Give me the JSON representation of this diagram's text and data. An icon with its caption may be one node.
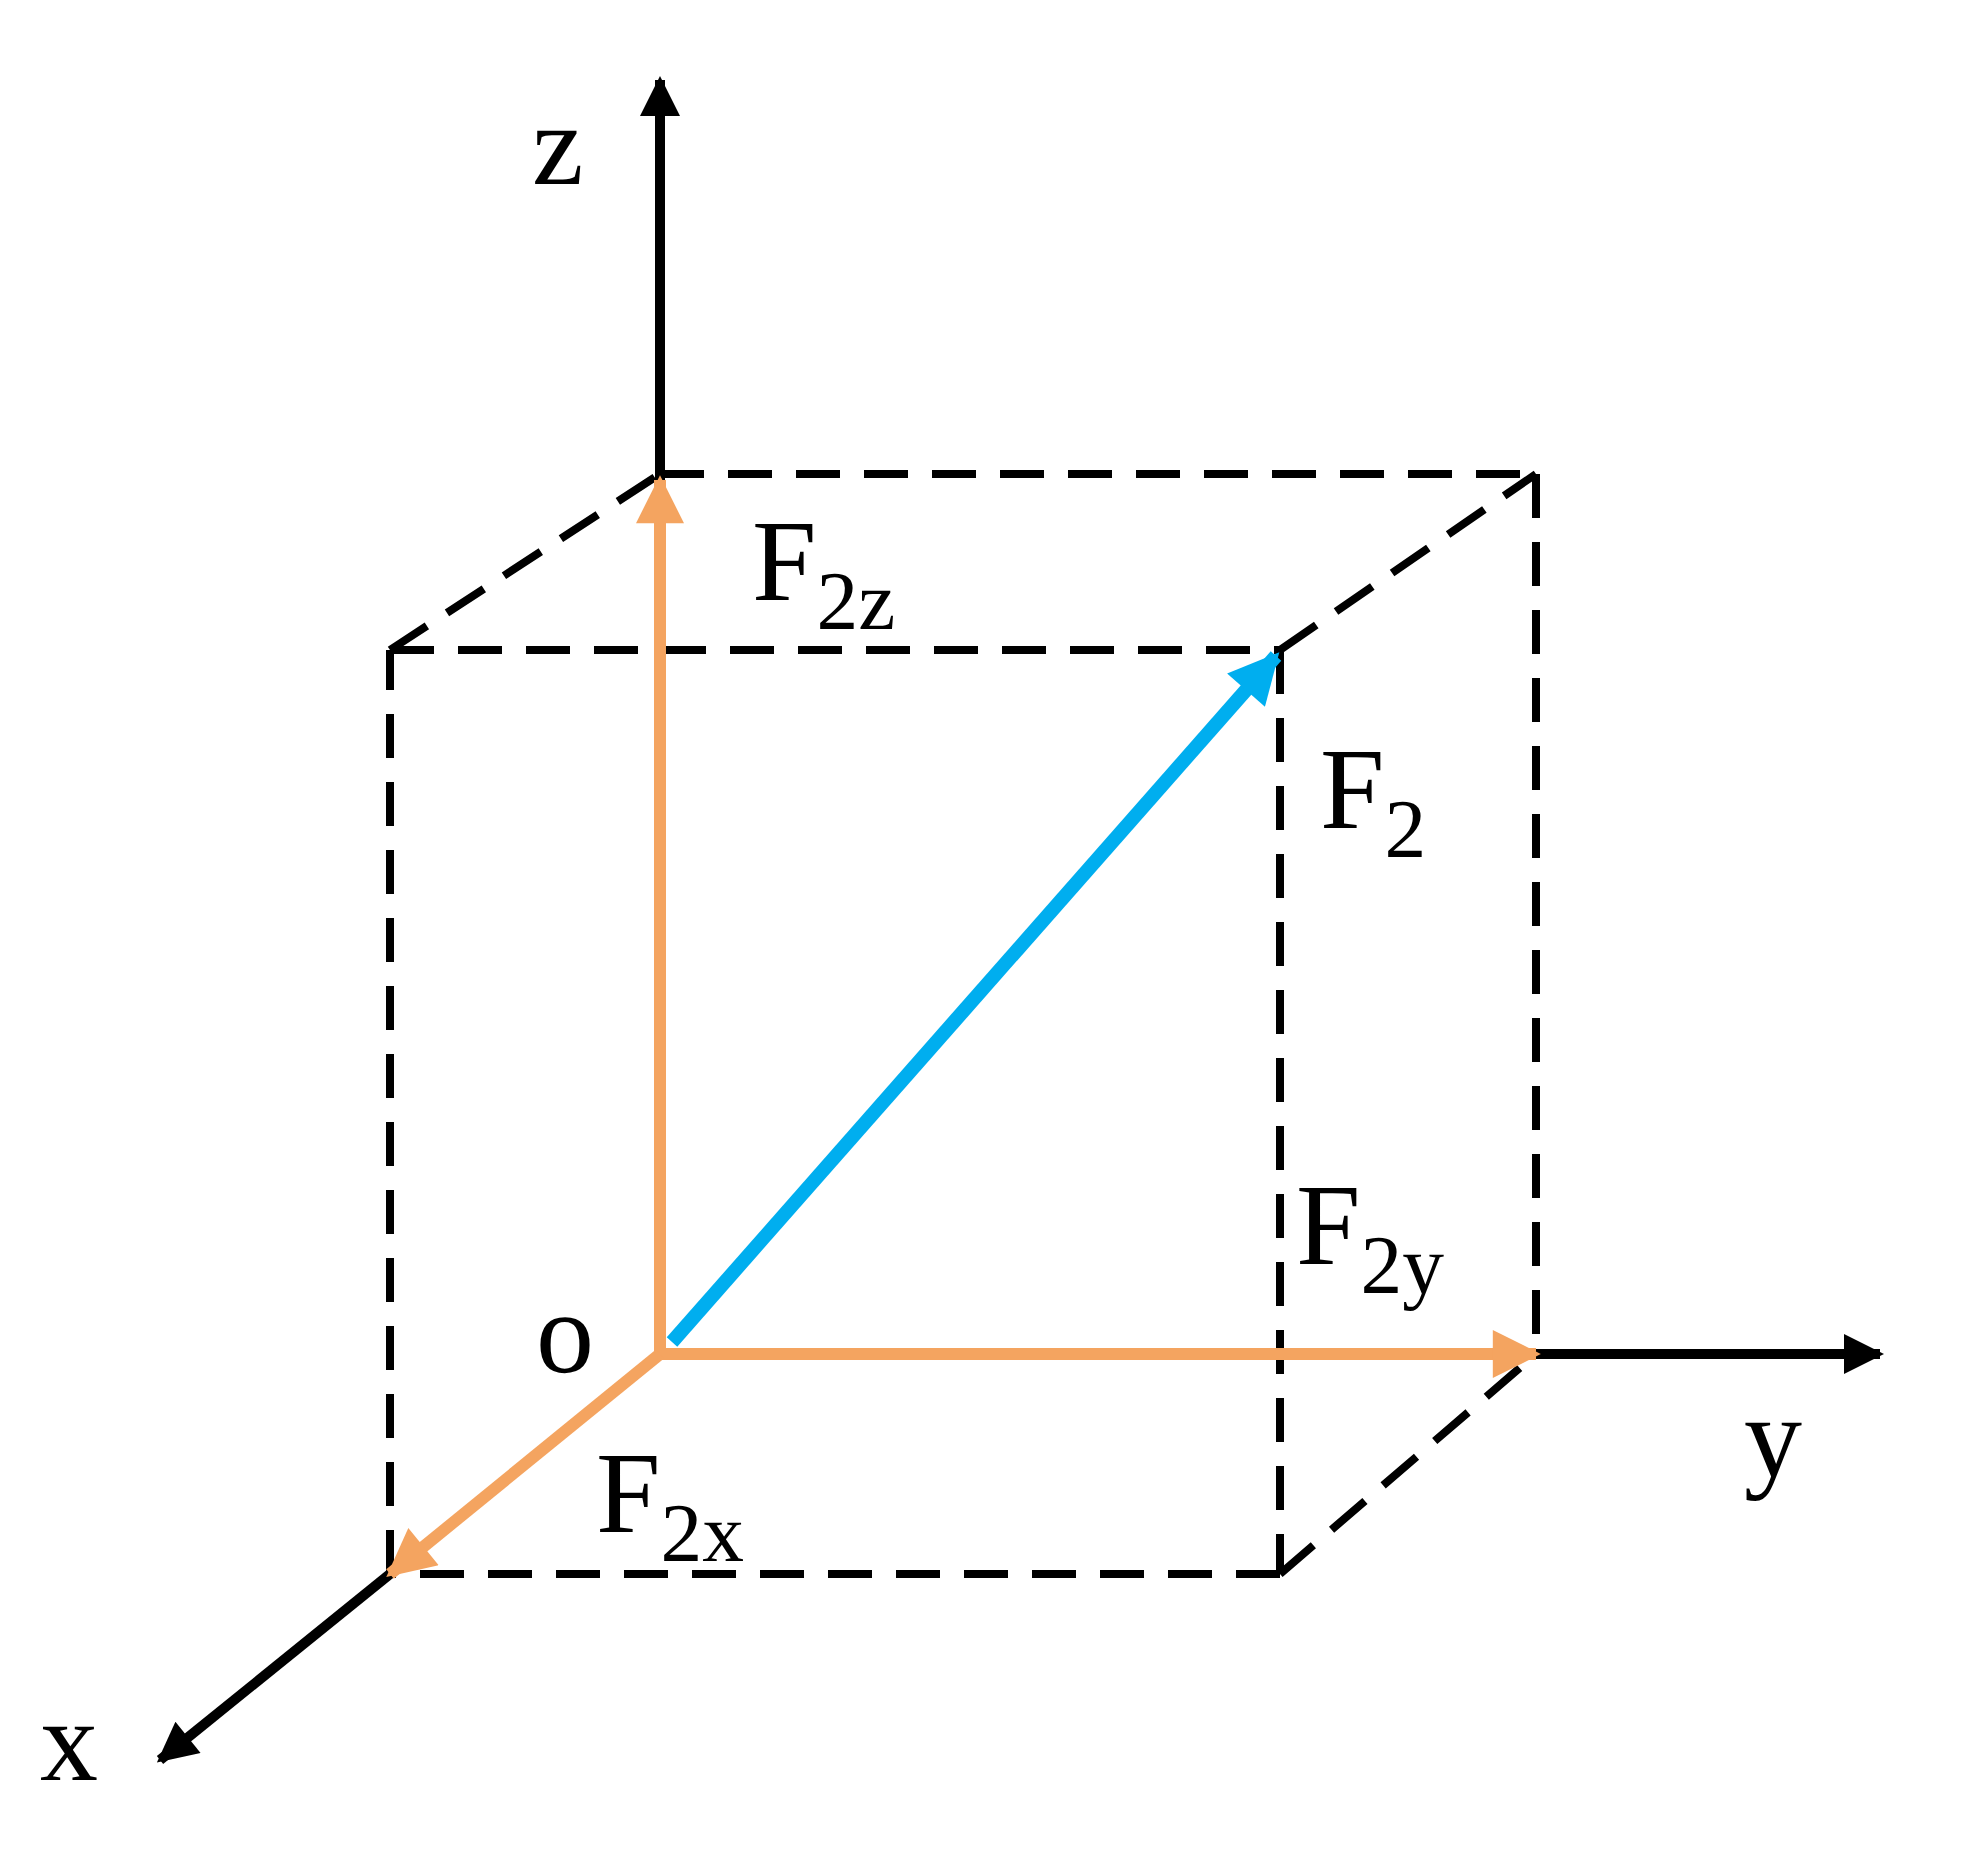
{
  "diagram": {
    "labels": [
      "z",
      "F$_{2z}$",
      "F$_{2}$",
      "o",
      "F$_{2y}$",
      "y",
      "F$_{2x}$",
      "x"
    ]
  }
}
